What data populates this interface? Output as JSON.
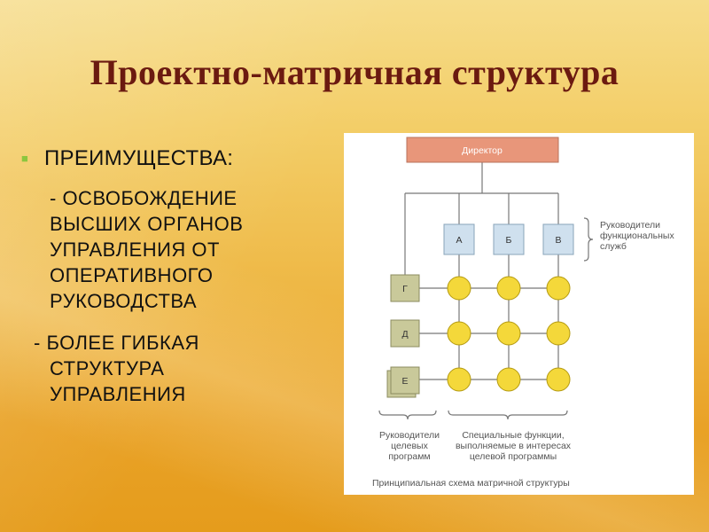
{
  "slide": {
    "title": "Проектно-матричная структура",
    "bullet_header": "ПРЕИМУЩЕСТВА:",
    "text_lines": [
      "- ОСВОБОЖДЕНИЕ",
      "ВЫСШИХ ОРГАНОВ",
      "УПРАВЛЕНИЯ ОТ",
      "ОПЕРАТИВНОГО",
      "РУКОВОДСТВА",
      "- БОЛЕЕ ГИБКАЯ",
      "СТРУКТУРА",
      "УПРАВЛЕНИЯ"
    ]
  },
  "diagram": {
    "director": "Директор",
    "functional_boxes": [
      "А",
      "Б",
      "В"
    ],
    "program_boxes": [
      "Г",
      "Д",
      "Е"
    ],
    "functional_heads_label": [
      "Руководители",
      "функциональных",
      "служб"
    ],
    "program_heads_label": [
      "Руководители",
      "целевых",
      "программ"
    ],
    "special_functions_label": [
      "Специальные функции,",
      "выполняемые в интересах",
      "целевой программы"
    ],
    "caption": "Принципиальная схема матричной структуры",
    "colors": {
      "director_fill": "#e8967a",
      "functional_fill": "#cfe0ee",
      "program_fill": "#c9c99a",
      "node_fill": "#f4d83a",
      "line": "#777777"
    }
  }
}
